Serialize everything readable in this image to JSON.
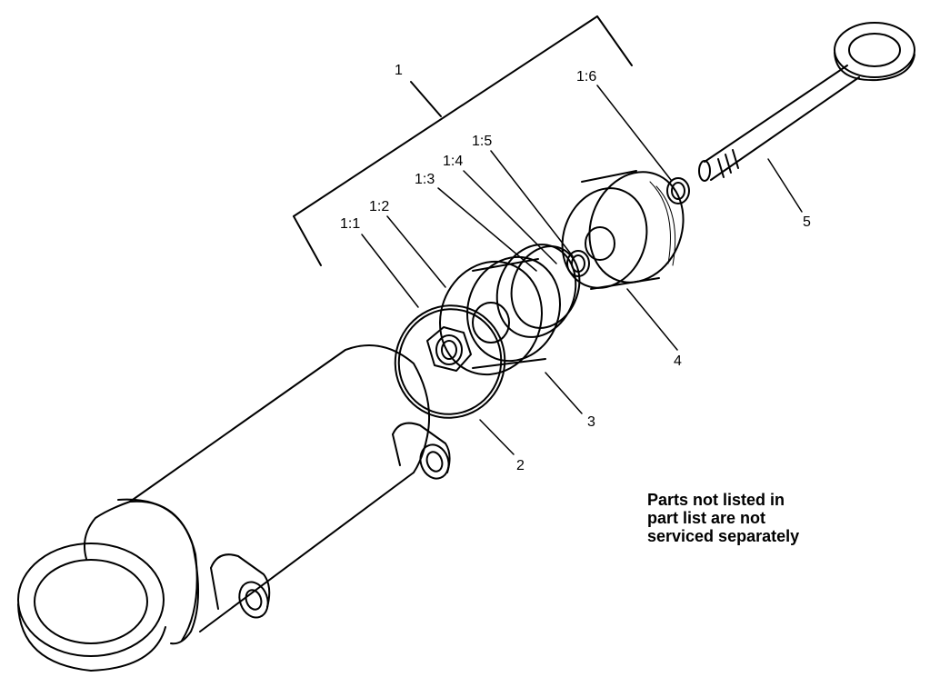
{
  "labels": {
    "p1": "1",
    "p1_1": "1:1",
    "p1_2": "1:2",
    "p1_3": "1:3",
    "p1_4": "1:4",
    "p1_5": "1:5",
    "p1_6": "1:6",
    "p2": "2",
    "p3": "3",
    "p4": "4",
    "p5": "5"
  },
  "note": {
    "line1": "Parts not listed in",
    "line2": "part list are not",
    "line3": "serviced separately"
  }
}
